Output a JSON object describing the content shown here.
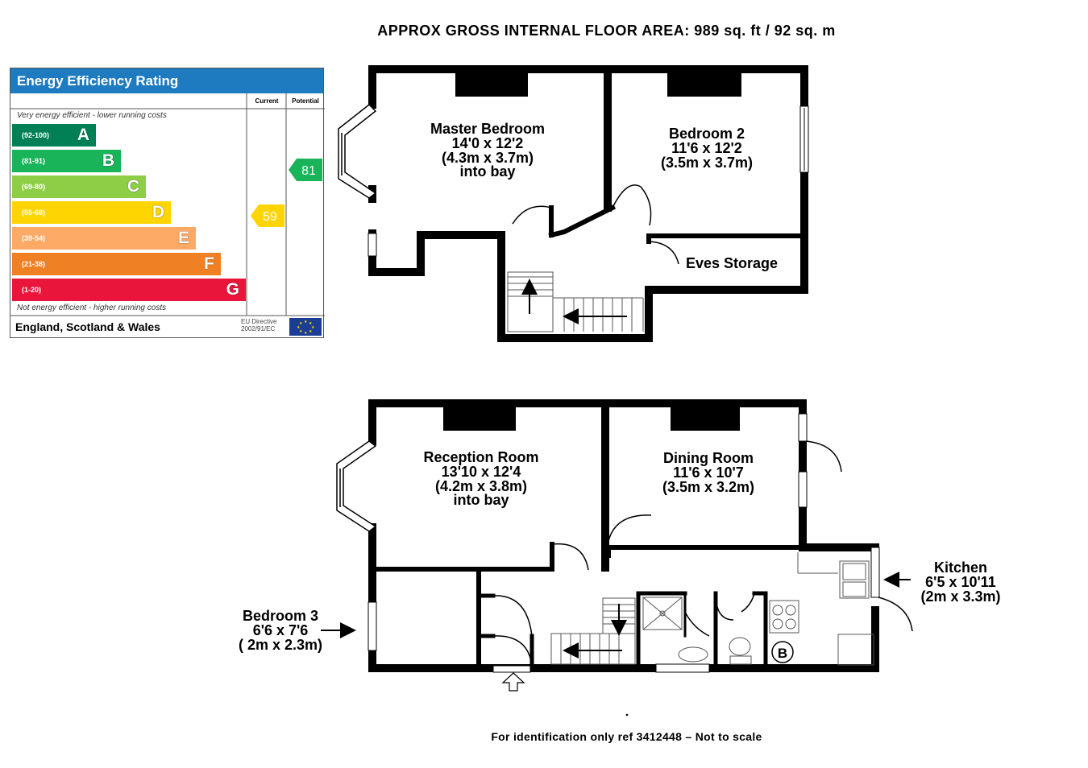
{
  "header": {
    "floor_area": "APPROX GROSS INTERNAL FLOOR AREA:  989 sq. ft / 92 sq. m"
  },
  "epc": {
    "title": "Energy Efficiency Rating",
    "col_current": "Current",
    "col_potential": "Potential",
    "note_top": "Very energy efficient - lower running costs",
    "note_bottom": "Not energy efficient - higher running costs",
    "bands": [
      {
        "range": "(92-100)",
        "letter": "A",
        "color": "#008054"
      },
      {
        "range": "(81-91)",
        "letter": "B",
        "color": "#19b459"
      },
      {
        "range": "(69-80)",
        "letter": "C",
        "color": "#8dce46"
      },
      {
        "range": "(55-68)",
        "letter": "D",
        "color": "#ffd500"
      },
      {
        "range": "(39-54)",
        "letter": "E",
        "color": "#fcaa65"
      },
      {
        "range": "(21-38)",
        "letter": "F",
        "color": "#ef8023"
      },
      {
        "range": "(1-20)",
        "letter": "G",
        "color": "#e9153b"
      }
    ],
    "current": {
      "value": "59",
      "color": "#ffd500"
    },
    "potential": {
      "value": "81",
      "color": "#19b459"
    },
    "region": "England, Scotland & Wales",
    "directive_line1": "EU Directive",
    "directive_line2": "2002/91/EC"
  },
  "rooms": {
    "master_bedroom": {
      "name": "Master Bedroom",
      "size_ft": "14'0 x 12'2",
      "size_m": "(4.3m x 3.7m)",
      "note": "into bay"
    },
    "bedroom2": {
      "name": "Bedroom 2",
      "size_ft": "11'6 x 12'2",
      "size_m": "(3.5m x 3.7m)"
    },
    "eves_storage": {
      "name": "Eves Storage"
    },
    "reception": {
      "name": "Reception Room",
      "size_ft": "13'10 x 12'4",
      "size_m": "(4.2m x 3.8m)",
      "note": "into bay"
    },
    "dining": {
      "name": "Dining Room",
      "size_ft": "11'6 x 10'7",
      "size_m": "(3.5m x 3.2m)"
    },
    "kitchen": {
      "name": "Kitchen",
      "size_ft": "6'5 x 10'11",
      "size_m": "(2m x 3.3m)"
    },
    "bedroom3": {
      "name": "Bedroom 3",
      "size_ft": "6'6 x 7'6",
      "size_m": "( 2m x 2.3m)"
    },
    "boiler_symbol": "B"
  },
  "footer": {
    "text": "For identification only ref 3412448 – Not to scale"
  }
}
